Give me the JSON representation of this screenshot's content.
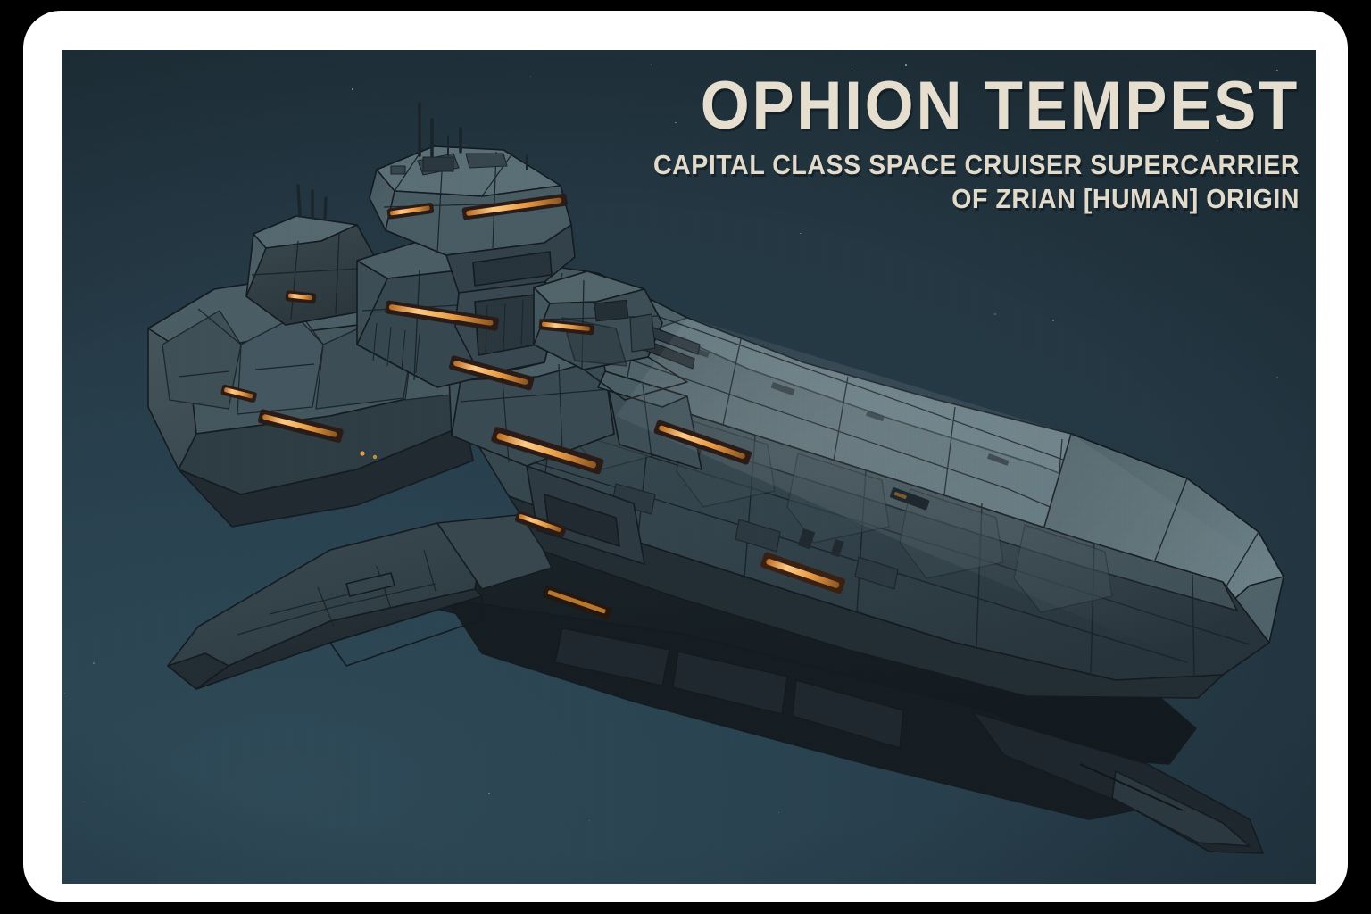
{
  "poster": {
    "title": "OPHION TEMPEST",
    "subtitle_line_1": "CAPITAL CLASS SPACE CRUISER SUPERCARRIER",
    "subtitle_line_2": "OF ZRIAN [HUMAN] ORIGIN"
  },
  "colors": {
    "border": "#ffffff",
    "backdrop": "#000000",
    "sky_top": "#22333d",
    "sky_bottom": "#2e4957",
    "title_text": "#e6dfcf",
    "hull_light": "#5d7179",
    "hull_mid": "#47585f",
    "hull_dark": "#313f46",
    "hull_shadow": "#212c32",
    "hull_deep": "#1a2329",
    "outline": "#141b20",
    "window_glow": "#e8a048",
    "window_hot": "#ffc880",
    "window_housing": "#2a1b16"
  },
  "artwork": {
    "subject": "ophion-tempest-capital-cruiser",
    "view": "three-quarter-bow-high-angle",
    "parts": [
      "bridge-tower",
      "secondary-tower",
      "dorsal-gun-turret",
      "forward-hull-wedge",
      "midship-hull",
      "aft-engine-block",
      "port-wing-fin",
      "ventral-keel",
      "lower-ram-prow",
      "antenna-masts"
    ],
    "lights": {
      "count": 14,
      "type": "amber-window-strips"
    }
  }
}
